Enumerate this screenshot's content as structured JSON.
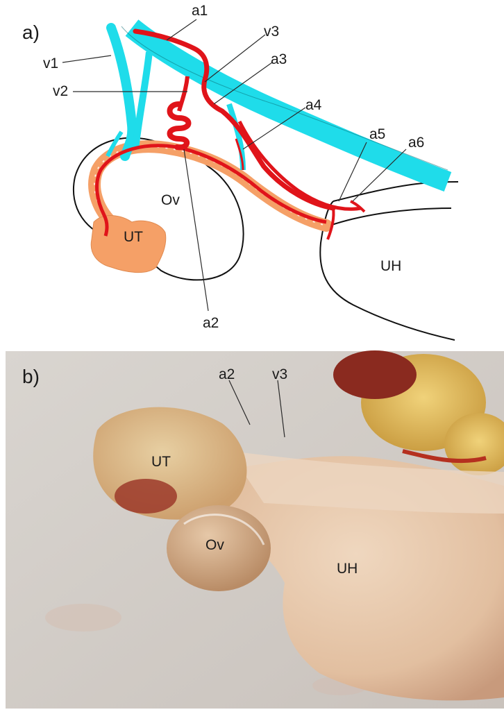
{
  "panel_a": {
    "panel_label": "a)",
    "labels": {
      "a1": "a1",
      "v3": "v3",
      "v1": "v1",
      "a3": "a3",
      "v2": "v2",
      "a4": "a4",
      "a5": "a5",
      "a6": "a6",
      "ov": "Ov",
      "ut": "UT",
      "uh": "UH",
      "a2": "a2"
    }
  },
  "panel_b": {
    "panel_label": "b)",
    "labels": {
      "a2": "a2",
      "v3": "v3",
      "ut": "UT",
      "ov": "Ov",
      "uh": "UH"
    }
  },
  "colors": {
    "vein": "#1fdcea",
    "artery": "#e0141a",
    "oviduct": "#f5a067",
    "outline": "#111111"
  }
}
